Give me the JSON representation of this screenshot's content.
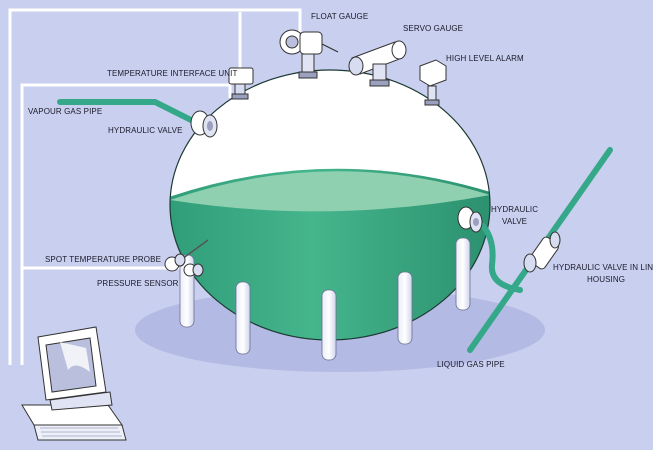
{
  "labels": {
    "float_gauge": "FLOAT GAUGE",
    "servo_gauge": "SERVO GAUGE",
    "temperature_interface_unit": "TEMPERATURE INTERFACE UNIT",
    "high_level_alarm": "HIGH LEVEL ALARM",
    "vapour_gas_pipe": "VAPOUR GAS PIPE",
    "hydraulic_valve_top": "HYDRAULIC VALVE",
    "hydraulic_valve_right_line1": "HYDRAULIC",
    "hydraulic_valve_right_line2": "VALVE",
    "spot_temperature_probe": "SPOT TEMPERATURE PROBE",
    "pressure_sensor": "PRESSURE SENSOR",
    "hydraulic_valve_in_line_line1": "HYDRAULIC VALVE IN LINE",
    "hydraulic_valve_in_line_line2": "HOUSING",
    "liquid_gas_pipe": "LIQUID GAS PIPE"
  },
  "colors": {
    "background": "#c9cfee",
    "liquid": "#3fb08a",
    "liquid_surface": "#8fd0b0",
    "pipe": "#34a888",
    "signal_wire": "#ffffff",
    "tank_shell": "#ffffff"
  }
}
